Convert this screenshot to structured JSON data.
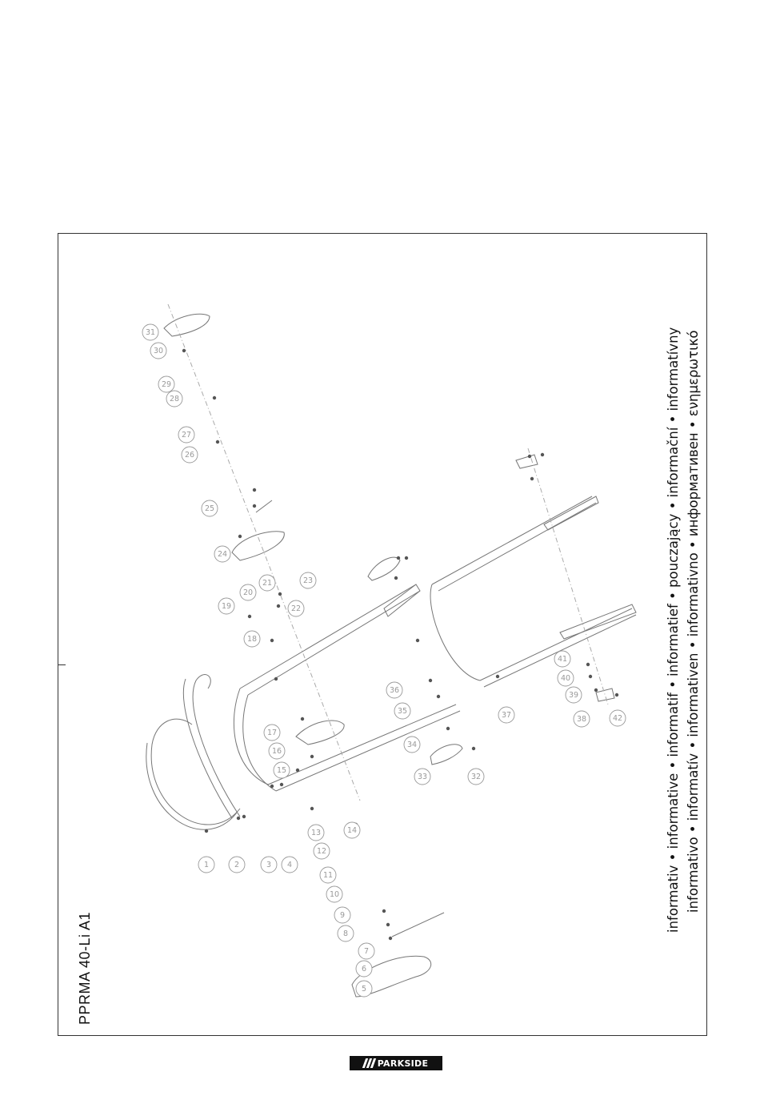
{
  "model": "PPRMA 40-Li A1",
  "informative_line1": "informativ • informative • informatif • informatief • pouczający • informační • informatívny",
  "informative_line2": "informativo • informatív • informativen • informativno • информативен • ενημερωτικό",
  "brand": "PARKSIDE",
  "callouts": [
    "1",
    "2",
    "3",
    "4",
    "5",
    "6",
    "7",
    "8",
    "9",
    "10",
    "11",
    "12",
    "13",
    "14",
    "15",
    "16",
    "17",
    "18",
    "19",
    "20",
    "21",
    "22",
    "23",
    "24",
    "25",
    "26",
    "27",
    "28",
    "29",
    "30",
    "31",
    "32",
    "33",
    "34",
    "35",
    "36",
    "37",
    "38",
    "39",
    "40",
    "41",
    "42"
  ]
}
